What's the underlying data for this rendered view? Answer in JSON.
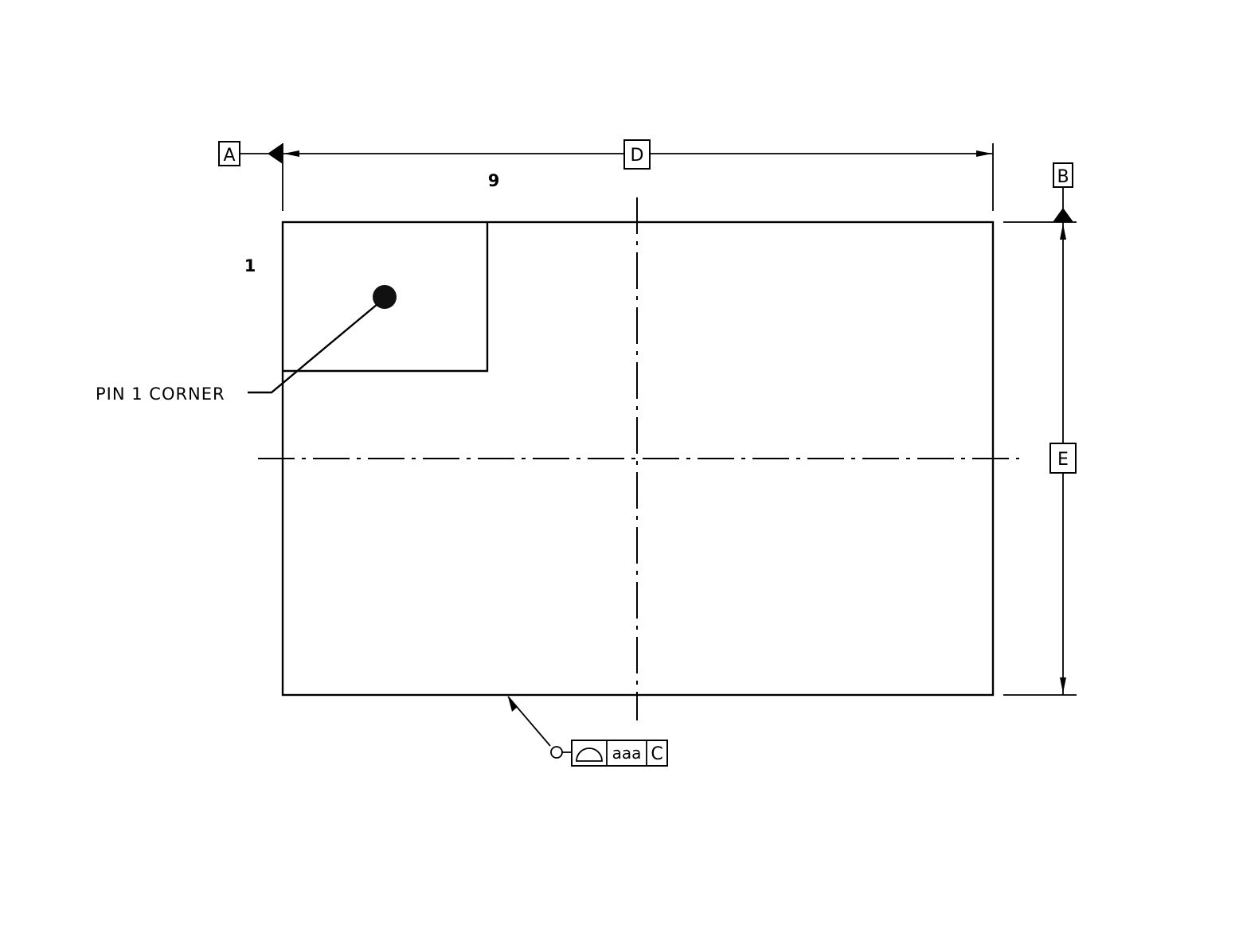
{
  "drawing": {
    "datum_a": "A",
    "datum_b": "B",
    "dim_d": "D",
    "dim_e": "E",
    "column_count": "9",
    "row_index": "1",
    "pin1_note": "PIN 1 CORNER",
    "fcf": {
      "symbol": "profile-of-a-surface",
      "tolerance": "aaa",
      "datum": "C"
    }
  }
}
